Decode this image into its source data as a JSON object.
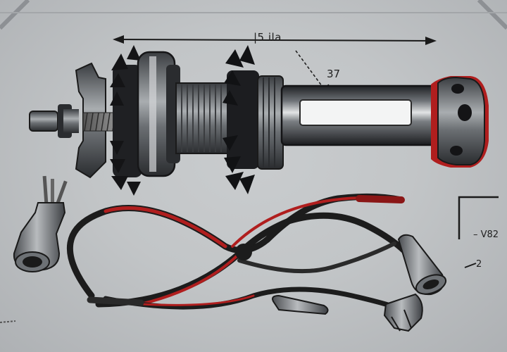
{
  "labels": {
    "dimension_top": "|5 ila",
    "dimension_mid": "37",
    "side_label": "– V82",
    "side_label_small": "2"
  },
  "colors": {
    "background": "#c2c5c7",
    "metal_dark": "#2b2d30",
    "metal_mid": "#6c7074",
    "metal_light": "#d8dadb",
    "accent_red": "#b01e1e",
    "wire_black": "#1c1c1c"
  }
}
